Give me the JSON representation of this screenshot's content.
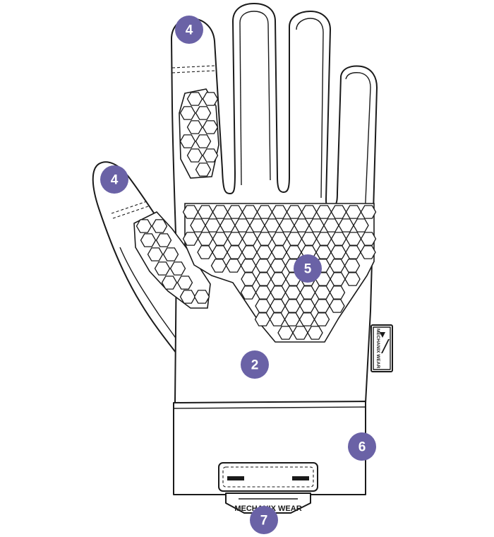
{
  "diagram": {
    "callouts": [
      {
        "id": "4",
        "label": "4"
      },
      {
        "id": "4b",
        "label": "4"
      },
      {
        "id": "5",
        "label": "5"
      },
      {
        "id": "2",
        "label": "2"
      },
      {
        "id": "6",
        "label": "6"
      },
      {
        "id": "7",
        "label": "7"
      }
    ],
    "cuff_brand": "MECHANIX WEAR",
    "side_tag_text": "MECHANIX WEAR",
    "colors": {
      "callout_fill": "#6a62a6",
      "outline": "#1a1a1a",
      "background": "#ffffff"
    }
  }
}
